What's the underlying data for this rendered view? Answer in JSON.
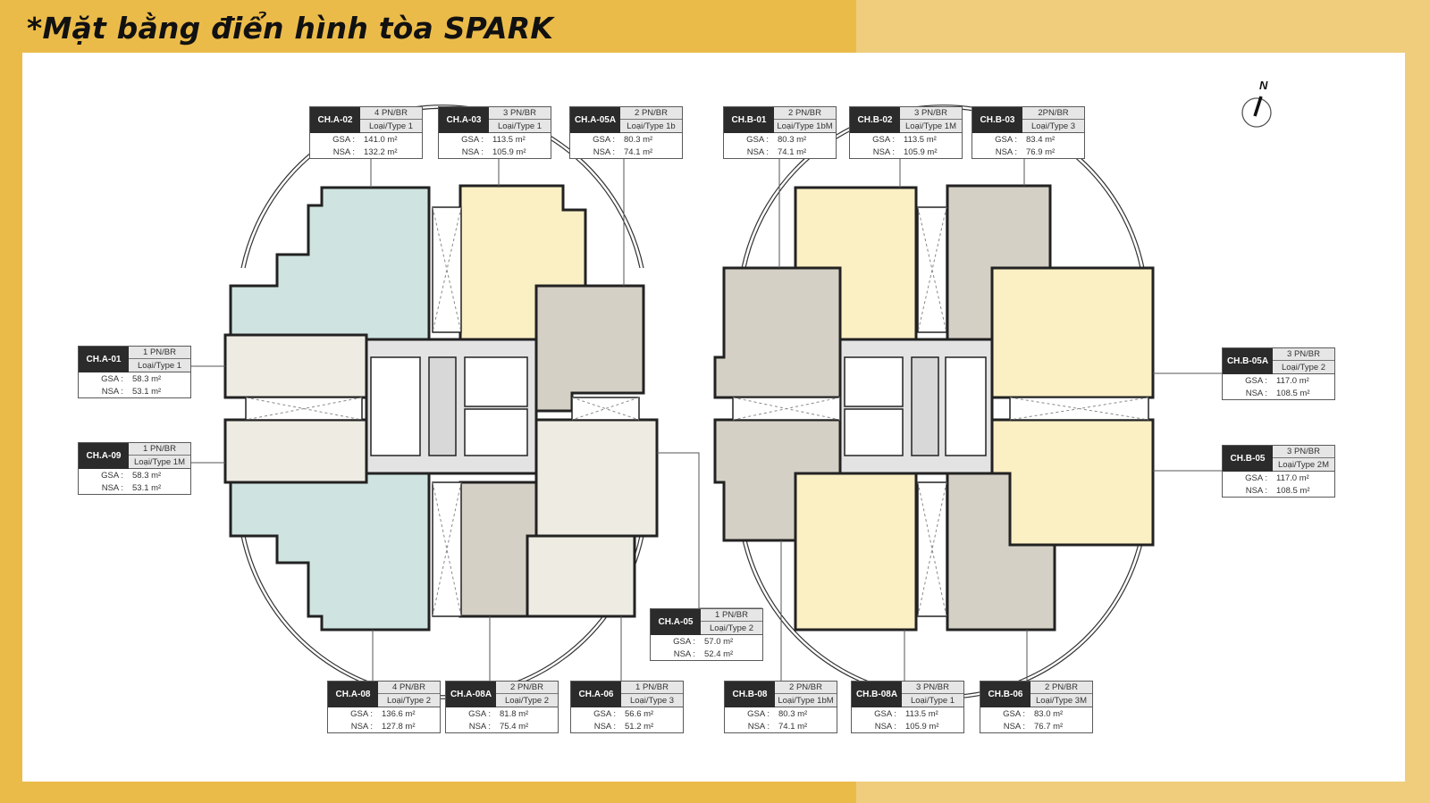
{
  "page": {
    "title": "*Mặt bằng điển hình tòa SPARK",
    "compass_label": "N"
  },
  "colors": {
    "bg_left": "#ebbb4a",
    "bg_right": "#efcd7c",
    "panel": "#ffffff",
    "unit_teal": "#cfe4e0",
    "unit_yellow": "#fbefc4",
    "unit_taupe": "#d5d0c6",
    "unit_cream": "#eeece2",
    "core_grey": "#e3e3e3",
    "label_dark": "#2b2b2b"
  },
  "units": {
    "a02": {
      "code": "CH.A-02",
      "br": "4 PN/BR",
      "type": "Loại/Type 1",
      "gsa_label": "GSA :",
      "gsa": "141.0 m²",
      "nsa_label": "NSA :",
      "nsa": "132.2 m²"
    },
    "a03": {
      "code": "CH.A-03",
      "br": "3 PN/BR",
      "type": "Loại/Type 1",
      "gsa_label": "GSA :",
      "gsa": "113.5 m²",
      "nsa_label": "NSA :",
      "nsa": "105.9 m²"
    },
    "a05a": {
      "code": "CH.A-05A",
      "br": "2 PN/BR",
      "type": "Loại/Type 1b",
      "gsa_label": "GSA :",
      "gsa": "80.3 m²",
      "nsa_label": "NSA :",
      "nsa": "74.1 m²"
    },
    "a01": {
      "code": "CH.A-01",
      "br": "1 PN/BR",
      "type": "Loại/Type 1",
      "gsa_label": "GSA :",
      "gsa": "58.3 m²",
      "nsa_label": "NSA :",
      "nsa": "53.1 m²"
    },
    "a09": {
      "code": "CH.A-09",
      "br": "1 PN/BR",
      "type": "Loại/Type 1M",
      "gsa_label": "GSA :",
      "gsa": "58.3 m²",
      "nsa_label": "NSA :",
      "nsa": "53.1 m²"
    },
    "a05": {
      "code": "CH.A-05",
      "br": "1 PN/BR",
      "type": "Loại/Type 2",
      "gsa_label": "GSA :",
      "gsa": "57.0 m²",
      "nsa_label": "NSA :",
      "nsa": "52.4 m²"
    },
    "a08": {
      "code": "CH.A-08",
      "br": "4 PN/BR",
      "type": "Loại/Type 2",
      "gsa_label": "GSA :",
      "gsa": "136.6 m²",
      "nsa_label": "NSA :",
      "nsa": "127.8 m²"
    },
    "a08a": {
      "code": "CH.A-08A",
      "br": "2 PN/BR",
      "type": "Loại/Type 2",
      "gsa_label": "GSA :",
      "gsa": "81.8 m²",
      "nsa_label": "NSA :",
      "nsa": "75.4 m²"
    },
    "a06": {
      "code": "CH.A-06",
      "br": "1 PN/BR",
      "type": "Loại/Type 3",
      "gsa_label": "GSA :",
      "gsa": "56.6 m²",
      "nsa_label": "NSA :",
      "nsa": "51.2 m²"
    },
    "b01": {
      "code": "CH.B-01",
      "br": "2 PN/BR",
      "type": "Loại/Type 1bM",
      "gsa_label": "GSA :",
      "gsa": "80.3 m²",
      "nsa_label": "NSA :",
      "nsa": "74.1 m²"
    },
    "b02": {
      "code": "CH.B-02",
      "br": "3 PN/BR",
      "type": "Loại/Type 1M",
      "gsa_label": "GSA :",
      "gsa": "113.5 m²",
      "nsa_label": "NSA :",
      "nsa": "105.9 m²"
    },
    "b03": {
      "code": "CH.B-03",
      "br": "2PN/BR",
      "type": "Loại/Type 3",
      "gsa_label": "GSA :",
      "gsa": "83.4 m²",
      "nsa_label": "NSA :",
      "nsa": "76.9 m²"
    },
    "b05a": {
      "code": "CH.B-05A",
      "br": "3 PN/BR",
      "type": "Loại/Type 2",
      "gsa_label": "GSA :",
      "gsa": "117.0 m²",
      "nsa_label": "NSA :",
      "nsa": "108.5 m²"
    },
    "b05": {
      "code": "CH.B-05",
      "br": "3 PN/BR",
      "type": "Loại/Type 2M",
      "gsa_label": "GSA :",
      "gsa": "117.0 m²",
      "nsa_label": "NSA :",
      "nsa": "108.5 m²"
    },
    "b08": {
      "code": "CH.B-08",
      "br": "2 PN/BR",
      "type": "Loại/Type 1bM",
      "gsa_label": "GSA :",
      "gsa": "80.3 m²",
      "nsa_label": "NSA :",
      "nsa": "74.1 m²"
    },
    "b08a": {
      "code": "CH.B-08A",
      "br": "3 PN/BR",
      "type": "Loại/Type 1",
      "gsa_label": "GSA :",
      "gsa": "113.5 m²",
      "nsa_label": "NSA :",
      "nsa": "105.9 m²"
    },
    "b06": {
      "code": "CH.B-06",
      "br": "2 PN/BR",
      "type": "Loại/Type 3M",
      "gsa_label": "GSA :",
      "gsa": "83.0 m²",
      "nsa_label": "NSA :",
      "nsa": "76.7 m²"
    }
  }
}
